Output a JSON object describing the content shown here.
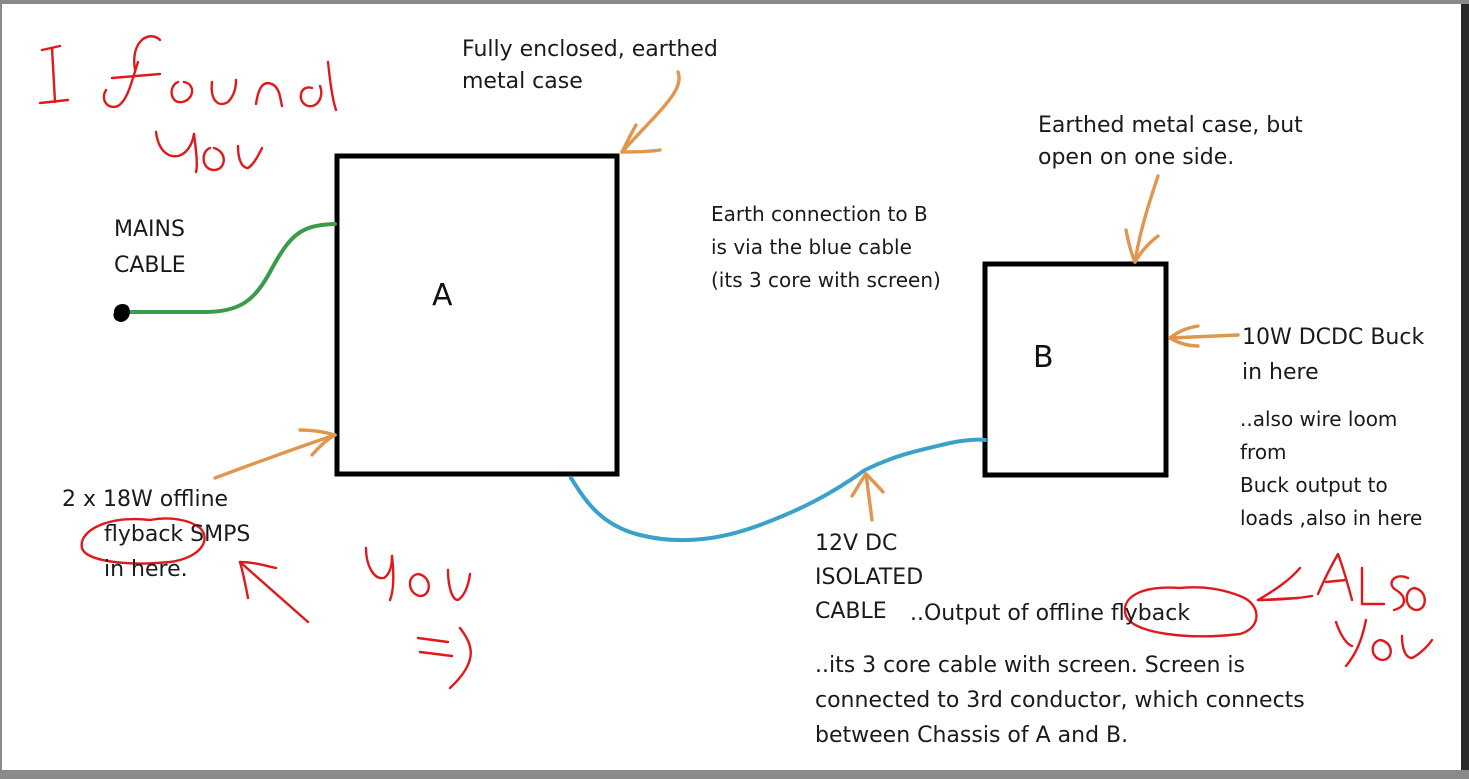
{
  "colors": {
    "background_frame": "#8a8a8a",
    "paper": "#ffffff",
    "box_outline": "#000000",
    "mains_cable": "#3c9a4c",
    "dc_cable": "#3aa1c8",
    "annotation_arrow": "#e0964c",
    "handwriting": "#e0191b"
  },
  "boxes": {
    "a": {
      "letter": "A"
    },
    "b": {
      "letter": "B"
    }
  },
  "labels": {
    "case_a": [
      "Fully enclosed, earthed",
      "metal case"
    ],
    "case_b": [
      "Earthed metal case, but",
      "open on one side."
    ],
    "mains": [
      "MAINS",
      "CABLE"
    ],
    "earth_note": [
      "Earth connection to B",
      "is via the blue cable",
      "(its 3 core with screen)"
    ],
    "buck": [
      "10W DCDC Buck",
      "in here"
    ],
    "loom": [
      "..also wire  loom",
      "from",
      "Buck output to",
      "loads ,also in here"
    ],
    "smps": [
      "2 x 18W offline",
      "flyback SMPS",
      "in here."
    ],
    "dc_cable": [
      "12V DC",
      "ISOLATED",
      "CABLE"
    ],
    "output": "..Output of offline flyback",
    "screen_note": [
      "..its 3 core cable with screen. Screen is",
      "connected to 3rd conductor, which connects",
      "between Chassis of A and B."
    ]
  },
  "handwriting": {
    "top_left": "I found you",
    "bottom_left": "you =>",
    "bottom_right": "<- ALSO you"
  },
  "icons": [
    "arrow-icon",
    "mains-plug-icon"
  ]
}
